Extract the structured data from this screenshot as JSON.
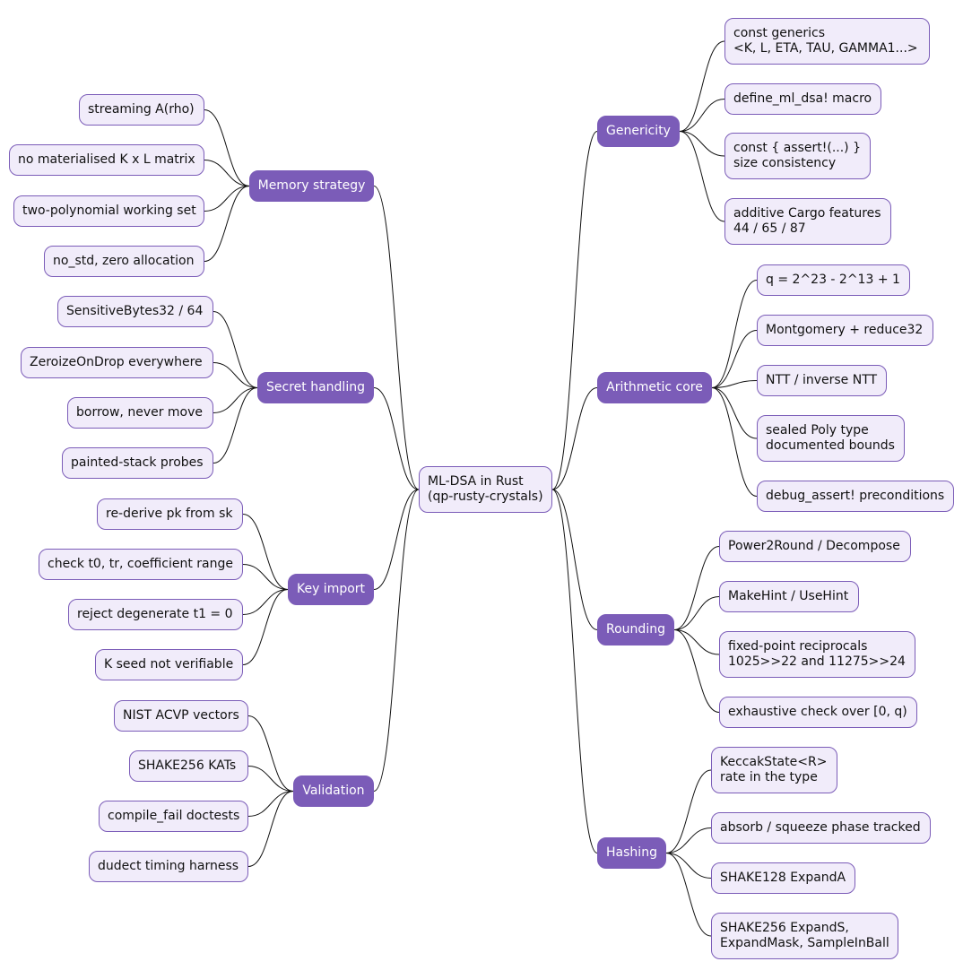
{
  "root": "ML-DSA in Rust\n(qp-rusty-crystals)",
  "colors": {
    "branch_fill": "#7b5cb8",
    "leaf_fill": "#f1ecfa",
    "border": "#7b5cb8",
    "edge": "#111111"
  },
  "right": [
    {
      "label": "Genericity",
      "children": [
        "const generics\n<K, L, ETA, TAU, GAMMA1...>",
        "define_ml_dsa! macro",
        "const { assert!(...) }\nsize consistency",
        "additive Cargo features\n44 / 65 / 87"
      ]
    },
    {
      "label": "Arithmetic core",
      "children": [
        "q = 2^23 - 2^13 + 1",
        "Montgomery + reduce32",
        "NTT / inverse NTT",
        "sealed Poly type\ndocumented bounds",
        "debug_assert! preconditions"
      ]
    },
    {
      "label": "Rounding",
      "children": [
        "Power2Round / Decompose",
        "MakeHint / UseHint",
        "fixed-point reciprocals\n1025>>22 and 11275>>24",
        "exhaustive check over [0, q)"
      ]
    },
    {
      "label": "Hashing",
      "children": [
        "KeccakState<R>\nrate in the type",
        "absorb / squeeze phase tracked",
        "SHAKE128 ExpandA",
        "SHAKE256 ExpandS,\nExpandMask, SampleInBall"
      ]
    }
  ],
  "left": [
    {
      "label": "Memory strategy",
      "children": [
        "streaming A(rho)",
        "no materialised K x L matrix",
        "two-polynomial working set",
        "no_std, zero allocation"
      ]
    },
    {
      "label": "Secret handling",
      "children": [
        "SensitiveBytes32 / 64",
        "ZeroizeOnDrop everywhere",
        "borrow, never move",
        "painted-stack probes"
      ]
    },
    {
      "label": "Key import",
      "children": [
        "re-derive pk from sk",
        "check t0, tr, coefficient range",
        "reject degenerate t1 = 0",
        "K seed not verifiable"
      ]
    },
    {
      "label": "Validation",
      "children": [
        "NIST ACVP vectors",
        "SHAKE256 KATs",
        "compile_fail doctests",
        "dudect timing harness"
      ]
    }
  ]
}
